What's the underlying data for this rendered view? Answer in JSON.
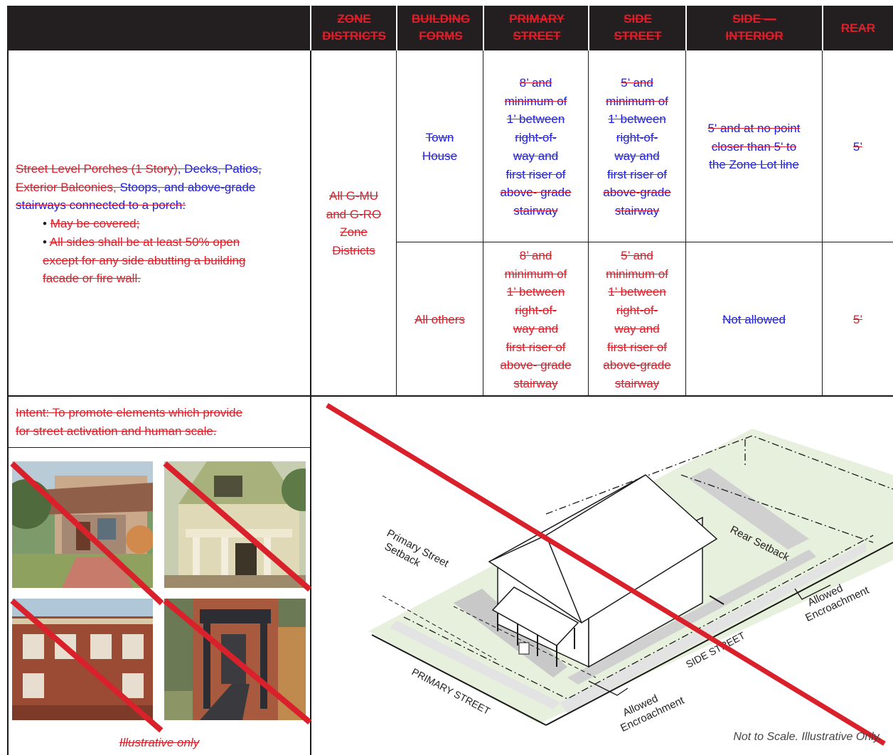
{
  "header": {
    "zone_districts": [
      "ZONE",
      "DISTRICTS"
    ],
    "building_forms": [
      "BUILDING",
      "FORMS"
    ],
    "primary_street": [
      "PRIMARY",
      "STREET"
    ],
    "side_street": [
      "SIDE",
      "STREET"
    ],
    "side_interior": [
      "SIDE —",
      "INTERIOR"
    ],
    "rear": "REAR"
  },
  "description": {
    "line1": {
      "a": "Street Level Porches (1 Story)",
      "b": ", ",
      "c": "Decks, Patios,",
      "d": ""
    },
    "line2": {
      "a": "Exterior Balconies, ",
      "b": "Stoops, and above-grade"
    },
    "line3": "stairways connected to a porch:",
    "bullet1": "May be covered;",
    "bullet2_l1": "All sides shall be at least 50% open",
    "bullet2_l2": "except for any side abutting a building",
    "bullet2_l3": "facade or fire wall."
  },
  "zone": [
    "All G-MU",
    "and G-RO",
    "Zone",
    "Districts"
  ],
  "rows": [
    {
      "building_form": [
        "Town",
        "House"
      ],
      "primary": [
        "8’ and",
        "minimum of",
        "1’ between",
        "right-of-",
        "way and",
        "first riser of",
        "above- grade",
        "stairway"
      ],
      "side": [
        "5’ and",
        "minimum of",
        "1’ between",
        "right-of-",
        "way and",
        "first riser of",
        "above-grade",
        "stairway"
      ],
      "interior": [
        "5' and at no point",
        "closer than 5' to",
        "the Zone Lot line"
      ],
      "rear": "5’"
    },
    {
      "building_form": [
        "All others"
      ],
      "primary": [
        "8’ and",
        "minimum of",
        "1’ between",
        "right-of-",
        "way and",
        "first riser of",
        "above- grade",
        "stairway"
      ],
      "side": [
        "5’ and",
        "minimum of",
        "1’ between",
        "right-of-",
        "way and",
        "first riser of",
        "above-grade",
        "stairway"
      ],
      "interior": [
        "Not allowed"
      ],
      "rear": "5’"
    }
  ],
  "intent": [
    "Intent:  To promote elements which provide",
    "for street activation and human scale."
  ],
  "photo_caption": "Illustrative only",
  "diagram": {
    "primary_setback": [
      "Primary Street",
      "Setback"
    ],
    "rear_setback": "Rear Setback",
    "allowed_right": [
      "Allowed",
      "Encroachment"
    ],
    "allowed_bottom": [
      "Allowed",
      "Encroachment"
    ],
    "side_street": "SIDE STREET",
    "primary_street": "PRIMARY STREET",
    "footnote": "Not to Scale.  Illustrative Only."
  },
  "colors": {
    "strike_red": "#d9212c",
    "text_blue": "#1a1ae6",
    "header_bg": "#231f20",
    "lawn": "#e6f0dc"
  }
}
